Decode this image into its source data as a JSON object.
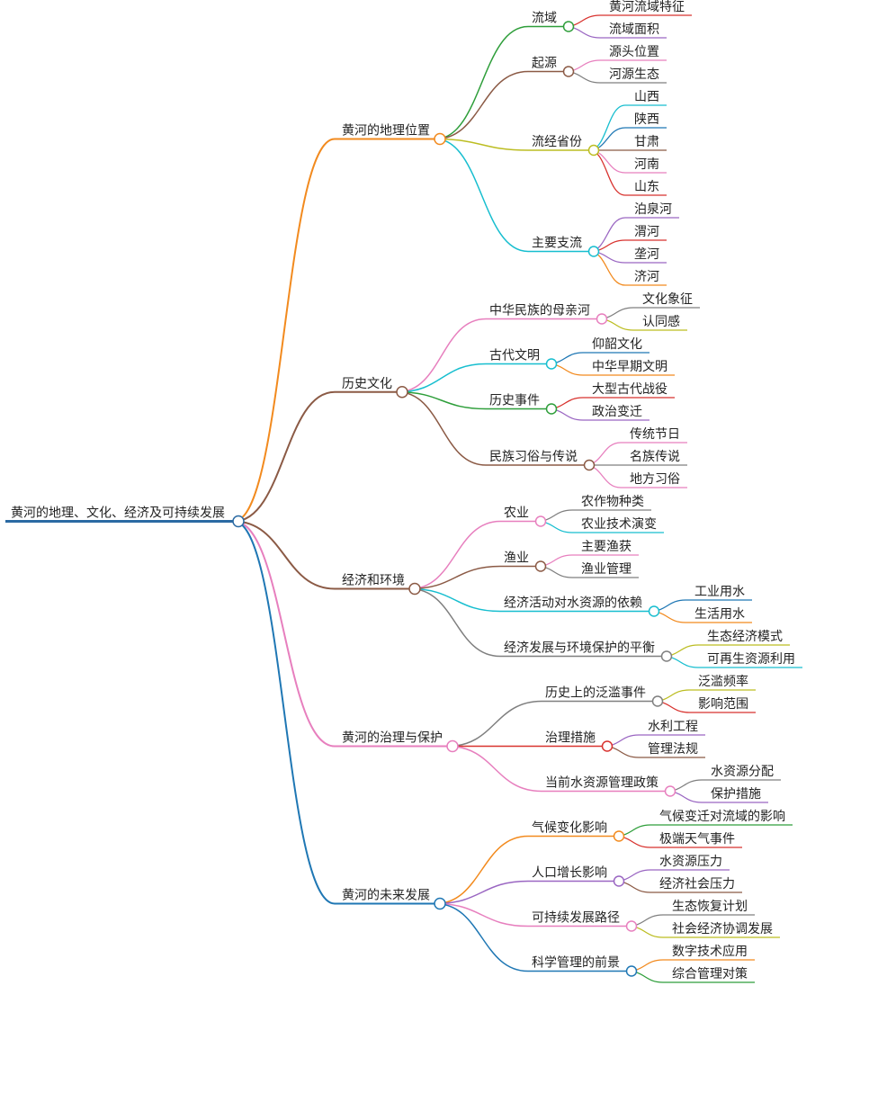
{
  "root": {
    "label": "黄河的地理、文化、经济及可持续发展",
    "color": "#2b6aa3",
    "children": [
      {
        "label": "黄河的地理位置",
        "color": "#f28a1e",
        "children": [
          {
            "label": "流域",
            "color": "#2e9e3a",
            "children": [
              {
                "label": "黄河流域特征",
                "color": "#d8322e"
              },
              {
                "label": "流域面积",
                "color": "#9a66c2"
              }
            ]
          },
          {
            "label": "起源",
            "color": "#8b5a45",
            "children": [
              {
                "label": "源头位置",
                "color": "#e77fbe"
              },
              {
                "label": "河源生态",
                "color": "#7f7f7f"
              }
            ]
          },
          {
            "label": "流经省份",
            "color": "#bcbd22",
            "children": [
              {
                "label": "山西",
                "color": "#17becf"
              },
              {
                "label": "陕西",
                "color": "#1f77b4"
              },
              {
                "label": "甘肃",
                "color": "#8b5a45"
              },
              {
                "label": "河南",
                "color": "#e77fbe"
              },
              {
                "label": "山东",
                "color": "#d8322e"
              }
            ]
          },
          {
            "label": "主要支流",
            "color": "#17becf",
            "children": [
              {
                "label": "泊泉河",
                "color": "#9a66c2"
              },
              {
                "label": "渭河",
                "color": "#d8322e"
              },
              {
                "label": "垄河",
                "color": "#9a66c2"
              },
              {
                "label": "济河",
                "color": "#f28a1e"
              }
            ]
          }
        ]
      },
      {
        "label": "历史文化",
        "color": "#8b5a45",
        "children": [
          {
            "label": "中华民族的母亲河",
            "color": "#e77fbe",
            "children": [
              {
                "label": "文化象征",
                "color": "#7f7f7f"
              },
              {
                "label": "认同感",
                "color": "#bcbd22"
              }
            ]
          },
          {
            "label": "古代文明",
            "color": "#17becf",
            "children": [
              {
                "label": "仰韶文化",
                "color": "#1f77b4"
              },
              {
                "label": "中华早期文明",
                "color": "#f28a1e"
              }
            ]
          },
          {
            "label": "历史事件",
            "color": "#2e9e3a",
            "children": [
              {
                "label": "大型古代战役",
                "color": "#d8322e"
              },
              {
                "label": "政治变迁",
                "color": "#9a66c2"
              }
            ]
          },
          {
            "label": "民族习俗与传说",
            "color": "#8b5a45",
            "children": [
              {
                "label": "传统节日",
                "color": "#e77fbe"
              },
              {
                "label": "名族传说",
                "color": "#7f7f7f"
              },
              {
                "label": "地方习俗",
                "color": "#e77fbe"
              }
            ]
          }
        ]
      },
      {
        "label": "经济和环境",
        "color": "#8b5a45",
        "children": [
          {
            "label": "农业",
            "color": "#e77fbe",
            "children": [
              {
                "label": "农作物种类",
                "color": "#7f7f7f"
              },
              {
                "label": "农业技术演变",
                "color": "#17becf"
              }
            ]
          },
          {
            "label": "渔业",
            "color": "#8b5a45",
            "children": [
              {
                "label": "主要渔获",
                "color": "#e77fbe"
              },
              {
                "label": "渔业管理",
                "color": "#7f7f7f"
              }
            ]
          },
          {
            "label": "经济活动对水资源的依赖",
            "color": "#17becf",
            "children": [
              {
                "label": "工业用水",
                "color": "#1f77b4"
              },
              {
                "label": "生活用水",
                "color": "#f28a1e"
              }
            ]
          },
          {
            "label": "经济发展与环境保护的平衡",
            "color": "#7f7f7f",
            "children": [
              {
                "label": "生态经济模式",
                "color": "#bcbd22"
              },
              {
                "label": "可再生资源利用",
                "color": "#17becf"
              }
            ]
          }
        ]
      },
      {
        "label": "黄河的治理与保护",
        "color": "#e77fbe",
        "children": [
          {
            "label": "历史上的泛滥事件",
            "color": "#7f7f7f",
            "children": [
              {
                "label": "泛滥频率",
                "color": "#bcbd22"
              },
              {
                "label": "影响范围",
                "color": "#d8322e"
              }
            ]
          },
          {
            "label": "治理措施",
            "color": "#d8322e",
            "children": [
              {
                "label": "水利工程",
                "color": "#9a66c2"
              },
              {
                "label": "管理法规",
                "color": "#8b5a45"
              }
            ]
          },
          {
            "label": "当前水资源管理政策",
            "color": "#e77fbe",
            "children": [
              {
                "label": "水资源分配",
                "color": "#7f7f7f"
              },
              {
                "label": "保护措施",
                "color": "#9a66c2"
              }
            ]
          }
        ]
      },
      {
        "label": "黄河的未来发展",
        "color": "#1f77b4",
        "children": [
          {
            "label": "气候变化影响",
            "color": "#f28a1e",
            "children": [
              {
                "label": "气候变迁对流域的影响",
                "color": "#2e9e3a"
              },
              {
                "label": "极端天气事件",
                "color": "#d8322e"
              }
            ]
          },
          {
            "label": "人口增长影响",
            "color": "#9a66c2",
            "children": [
              {
                "label": "水资源压力",
                "color": "#9a66c2"
              },
              {
                "label": "经济社会压力",
                "color": "#8b5a45"
              }
            ]
          },
          {
            "label": "可持续发展路径",
            "color": "#e77fbe",
            "children": [
              {
                "label": "生态恢复计划",
                "color": "#7f7f7f"
              },
              {
                "label": "社会经济协调发展",
                "color": "#bcbd22"
              }
            ]
          },
          {
            "label": "科学管理的前景",
            "color": "#1f77b4",
            "children": [
              {
                "label": "数字技术应用",
                "color": "#f28a1e"
              },
              {
                "label": "综合管理对策",
                "color": "#2e9e3a"
              }
            ]
          }
        ]
      }
    ]
  }
}
